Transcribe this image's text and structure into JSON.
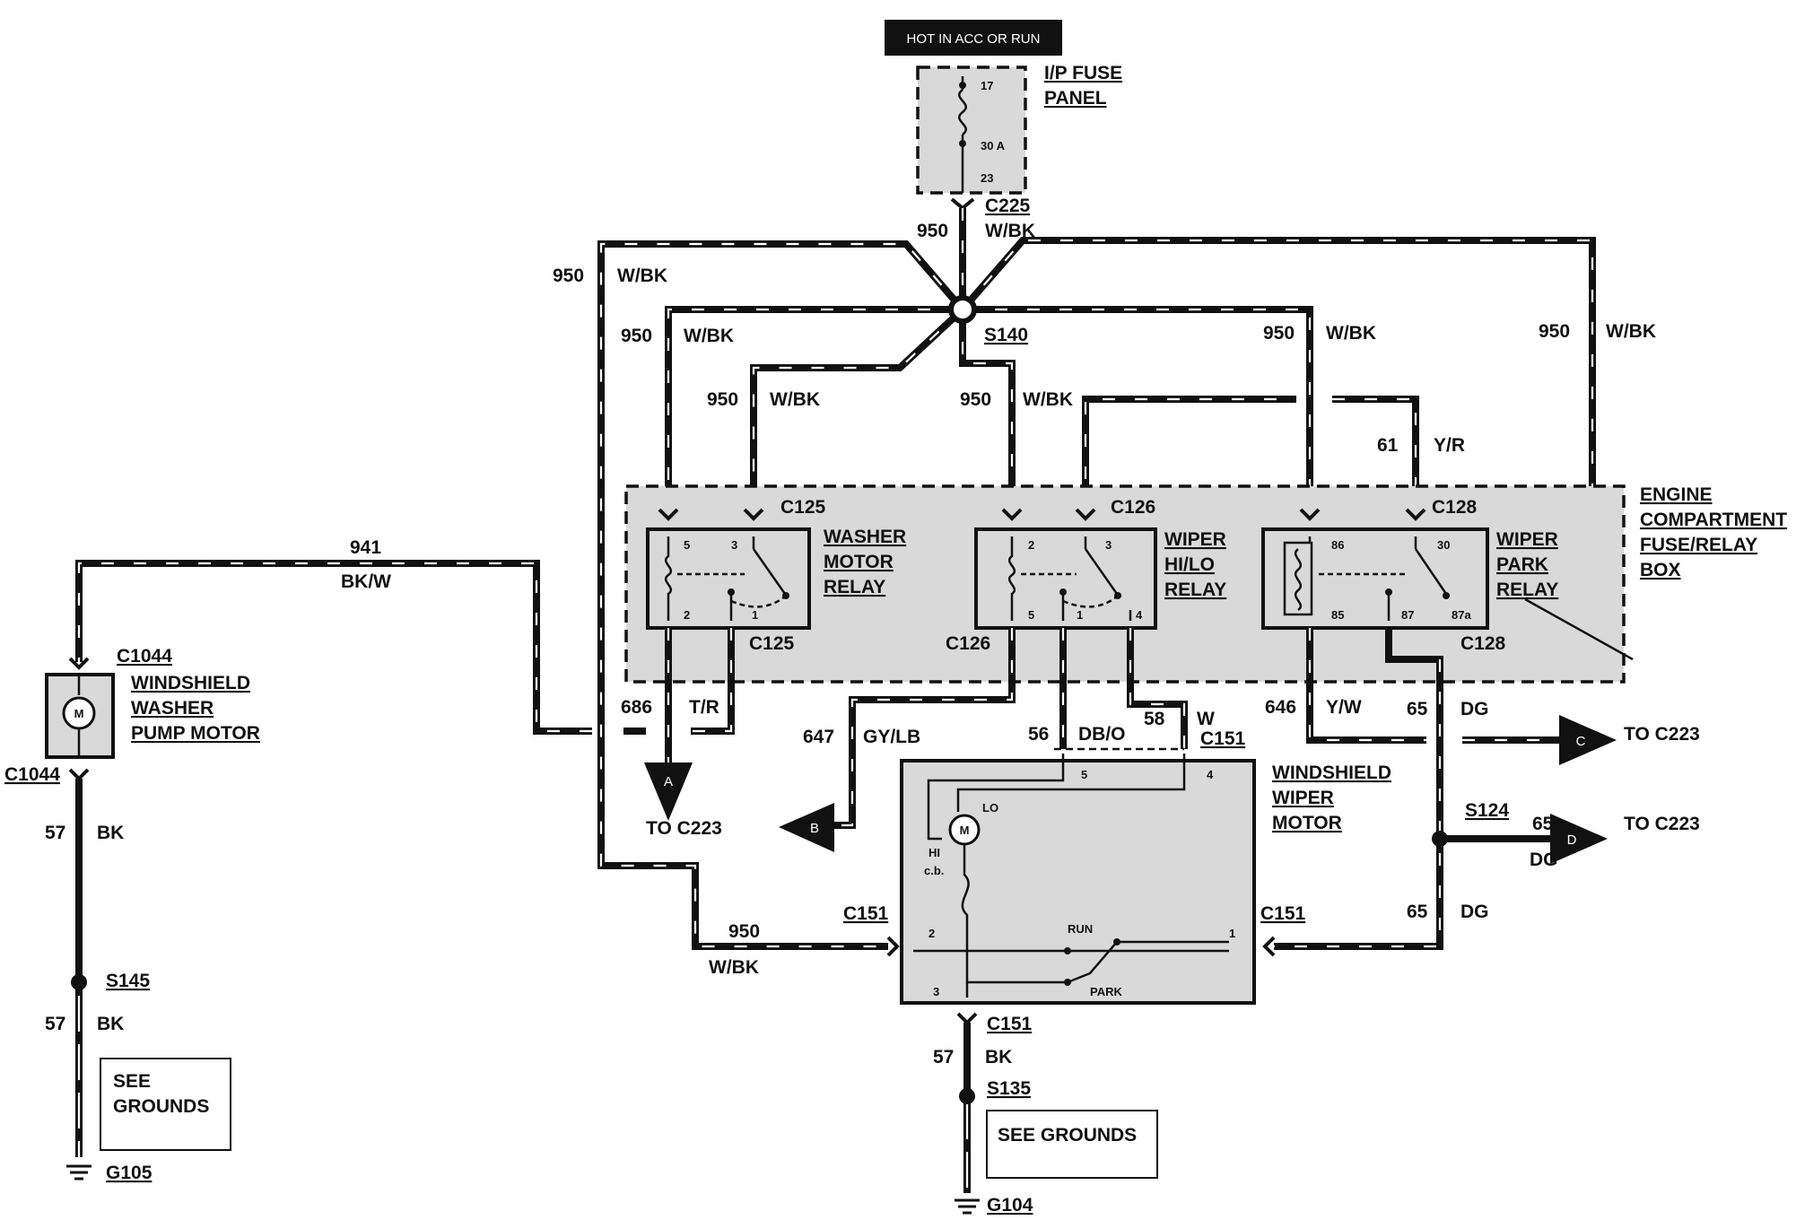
{
  "header_tag": "HOT IN ACC OR RUN",
  "fuse_panel": {
    "label_line1": "I/P FUSE",
    "label_line2": "PANEL",
    "pin_top": "17",
    "rating": "30 A",
    "pin_bottom": "23"
  },
  "connectors": {
    "c225": "C225",
    "c225_color": "W/BK",
    "s140": "S140",
    "c125": "C125",
    "c126": "C126",
    "c128": "C128",
    "c151": "C151",
    "c1044": "C1044",
    "s124": "S124",
    "s145": "S145",
    "s135": "S135"
  },
  "wires": {
    "950": "950",
    "w_bk": "W/BK",
    "941": "941",
    "bk_w": "BK/W",
    "686": "686",
    "t_r": "T/R",
    "647": "647",
    "gy_lb": "GY/LB",
    "56": "56",
    "db_o": "DB/O",
    "58": "58",
    "w": "W",
    "646": "646",
    "y_w": "Y/W",
    "65": "65",
    "dg": "DG",
    "61": "61",
    "y_r": "Y/R",
    "57": "57",
    "bk": "BK"
  },
  "relays": {
    "washer": {
      "line1": "WASHER",
      "line2": "MOTOR",
      "line3": "RELAY",
      "pins": [
        "5",
        "3",
        "2",
        "1"
      ]
    },
    "hilo": {
      "line1": "WIPER",
      "line2": "HI/LO",
      "line3": "RELAY",
      "pins": [
        "2",
        "3",
        "5",
        "1",
        "4"
      ]
    },
    "park": {
      "line1": "WIPER",
      "line2": "PARK",
      "line3": "RELAY",
      "pins": [
        "86",
        "30",
        "85",
        "87",
        "87a"
      ]
    }
  },
  "engine_box": {
    "line1": "ENGINE",
    "line2": "COMPARTMENT",
    "line3": "FUSE/RELAY",
    "line4": "BOX"
  },
  "washer_pump": {
    "line1": "WINDSHIELD",
    "line2": "WASHER",
    "line3": "PUMP MOTOR",
    "symbol": "M"
  },
  "wiper_motor": {
    "line1": "WINDSHIELD",
    "line2": "WIPER",
    "line3": "MOTOR",
    "symbol": "M",
    "lo": "LO",
    "hi": "HI",
    "cb": "c.b.",
    "run": "RUN",
    "park": "PARK",
    "pins": [
      "5",
      "4",
      "2",
      "1",
      "3"
    ]
  },
  "destinations": {
    "a": "A",
    "b": "B",
    "c": "C",
    "d": "D",
    "to_c223": "TO C223"
  },
  "grounds": {
    "see_grounds_1": "SEE",
    "see_grounds_2": "GROUNDS",
    "see_grounds_single": "SEE GROUNDS",
    "g105": "G105",
    "g104": "G104"
  }
}
